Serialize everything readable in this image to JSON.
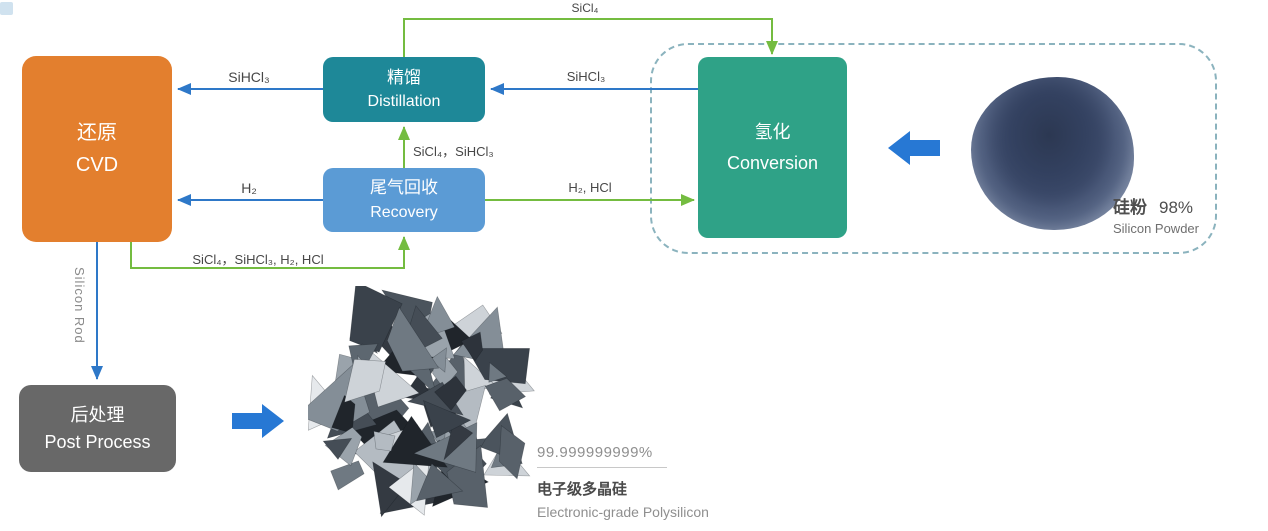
{
  "nodes": {
    "cvd": {
      "zh": "还原",
      "en": "CVD"
    },
    "distillation": {
      "zh": "精馏",
      "en": "Distillation"
    },
    "recovery": {
      "zh": "尾气回收",
      "en": "Recovery"
    },
    "conversion": {
      "zh": "氢化",
      "en": "Conversion"
    },
    "post_process": {
      "zh": "后处理",
      "en": "Post Process"
    }
  },
  "edge_labels": {
    "sicl4_top": "SiCl₄",
    "sihcl3_to_cvd": "SiHCl₃",
    "sihcl3_to_distillation": "SiHCl₃",
    "recovery_to_distillation": "SiCl₄，SiHCl₃",
    "h2_to_cvd": "H₂",
    "h2_hcl_to_conversion": "H₂, HCl",
    "cvd_to_recovery": "SiCl₄，SiHCl₃, H₂, HCl",
    "silicon_rod": "Silicon Rod"
  },
  "products": {
    "silicon_powder": {
      "zh": "硅粉",
      "purity": "98%",
      "en": "Silicon Powder"
    },
    "polysilicon": {
      "purity": "99.999999999%",
      "zh": "电子级多晶硅",
      "en": "Electronic-grade Polysilicon"
    }
  },
  "colors": {
    "node_cvd": "#E37F2E",
    "node_distillation": "#1E8898",
    "node_recovery": "#5B9BD5",
    "node_conversion": "#2FA287",
    "node_post_process": "#686868",
    "arrow_green": "#74BC40",
    "arrow_blue": "#2E78C8",
    "block_arrow_blue": "#2778D4",
    "dashed_border": "#8BB3BE"
  }
}
